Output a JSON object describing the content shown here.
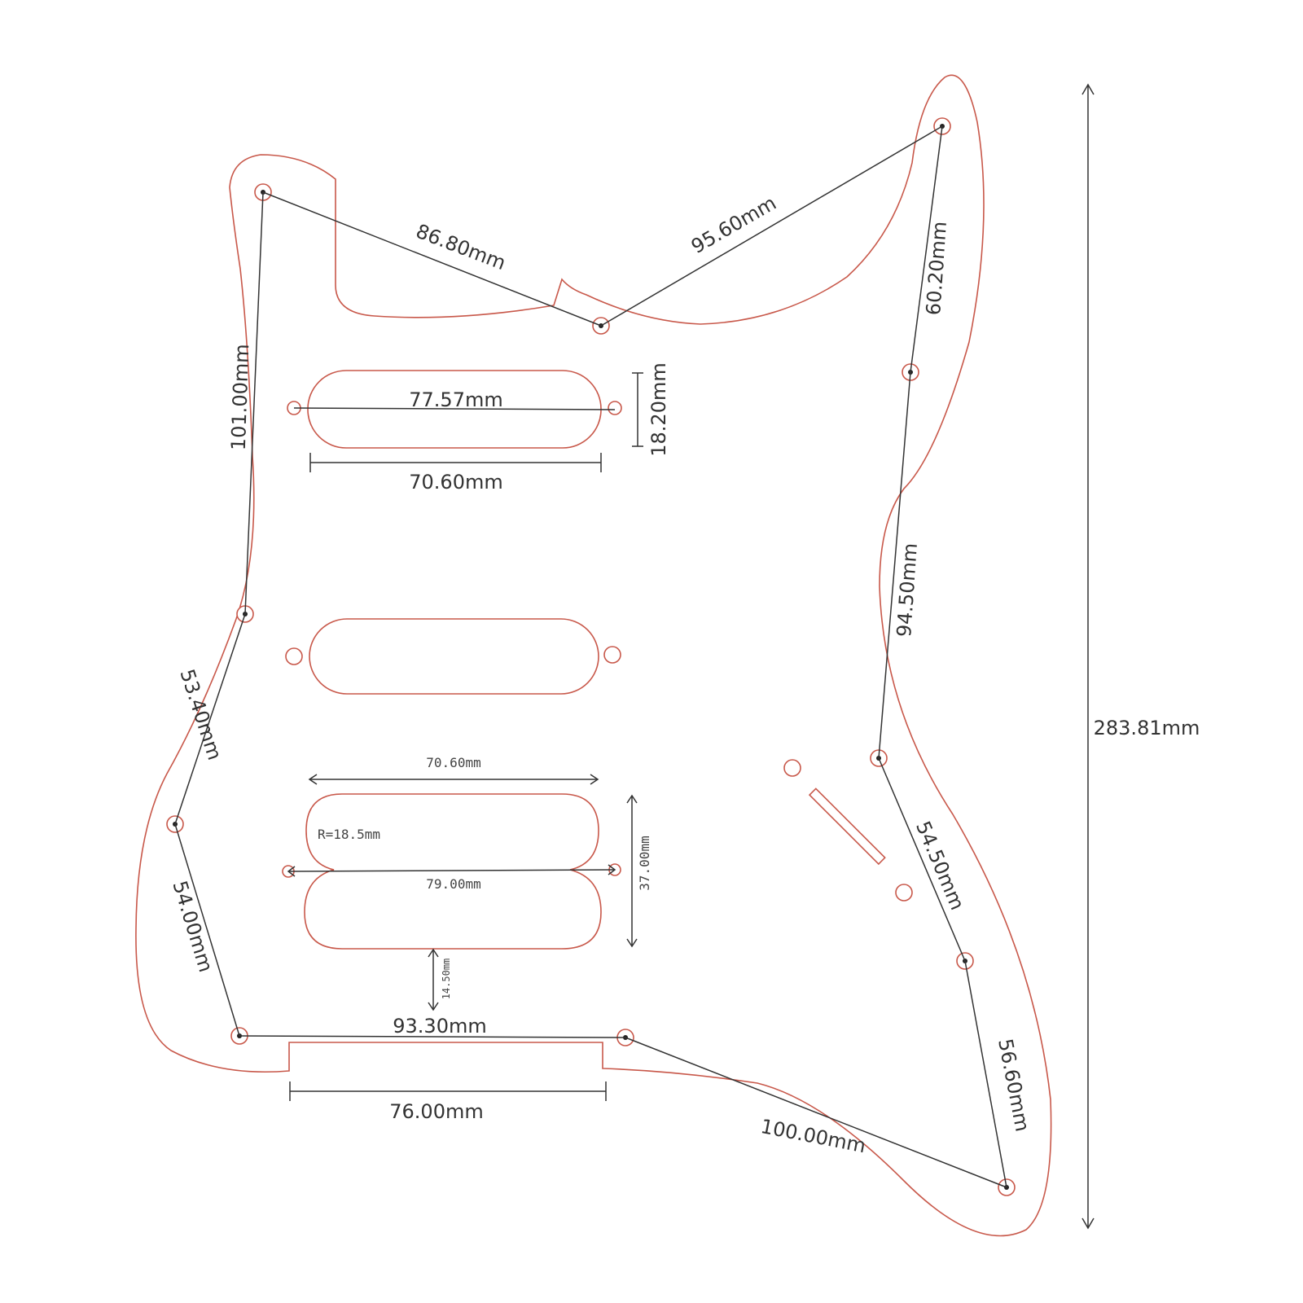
{
  "drawing": {
    "outline_color": "#c8584a",
    "dimension_color": "#333333",
    "labels": {
      "top_left_to_center": "86.80mm",
      "center_to_top_right": "95.60mm",
      "right_upper": "60.20mm",
      "left_upper": "101.00mm",
      "neck_pickup_mount": "77.57mm",
      "neck_pickup_height": "18.20mm",
      "neck_pickup_length": "70.60mm",
      "right_middle": "94.50mm",
      "total_height": "283.81mm",
      "left_middle": "53.40mm",
      "humbucker_length": "70.60mm",
      "humbucker_radius": "R=18.5mm",
      "humbucker_mount": "79.00mm",
      "humbucker_height": "37.00mm",
      "humbucker_gap": "14.50mm",
      "right_lower": "54.50mm",
      "left_lower": "54.00mm",
      "bottom_mount": "93.30mm",
      "bottom_cutout": "76.00mm",
      "bottom_right": "100.00mm",
      "right_bottom": "56.60mm"
    }
  }
}
